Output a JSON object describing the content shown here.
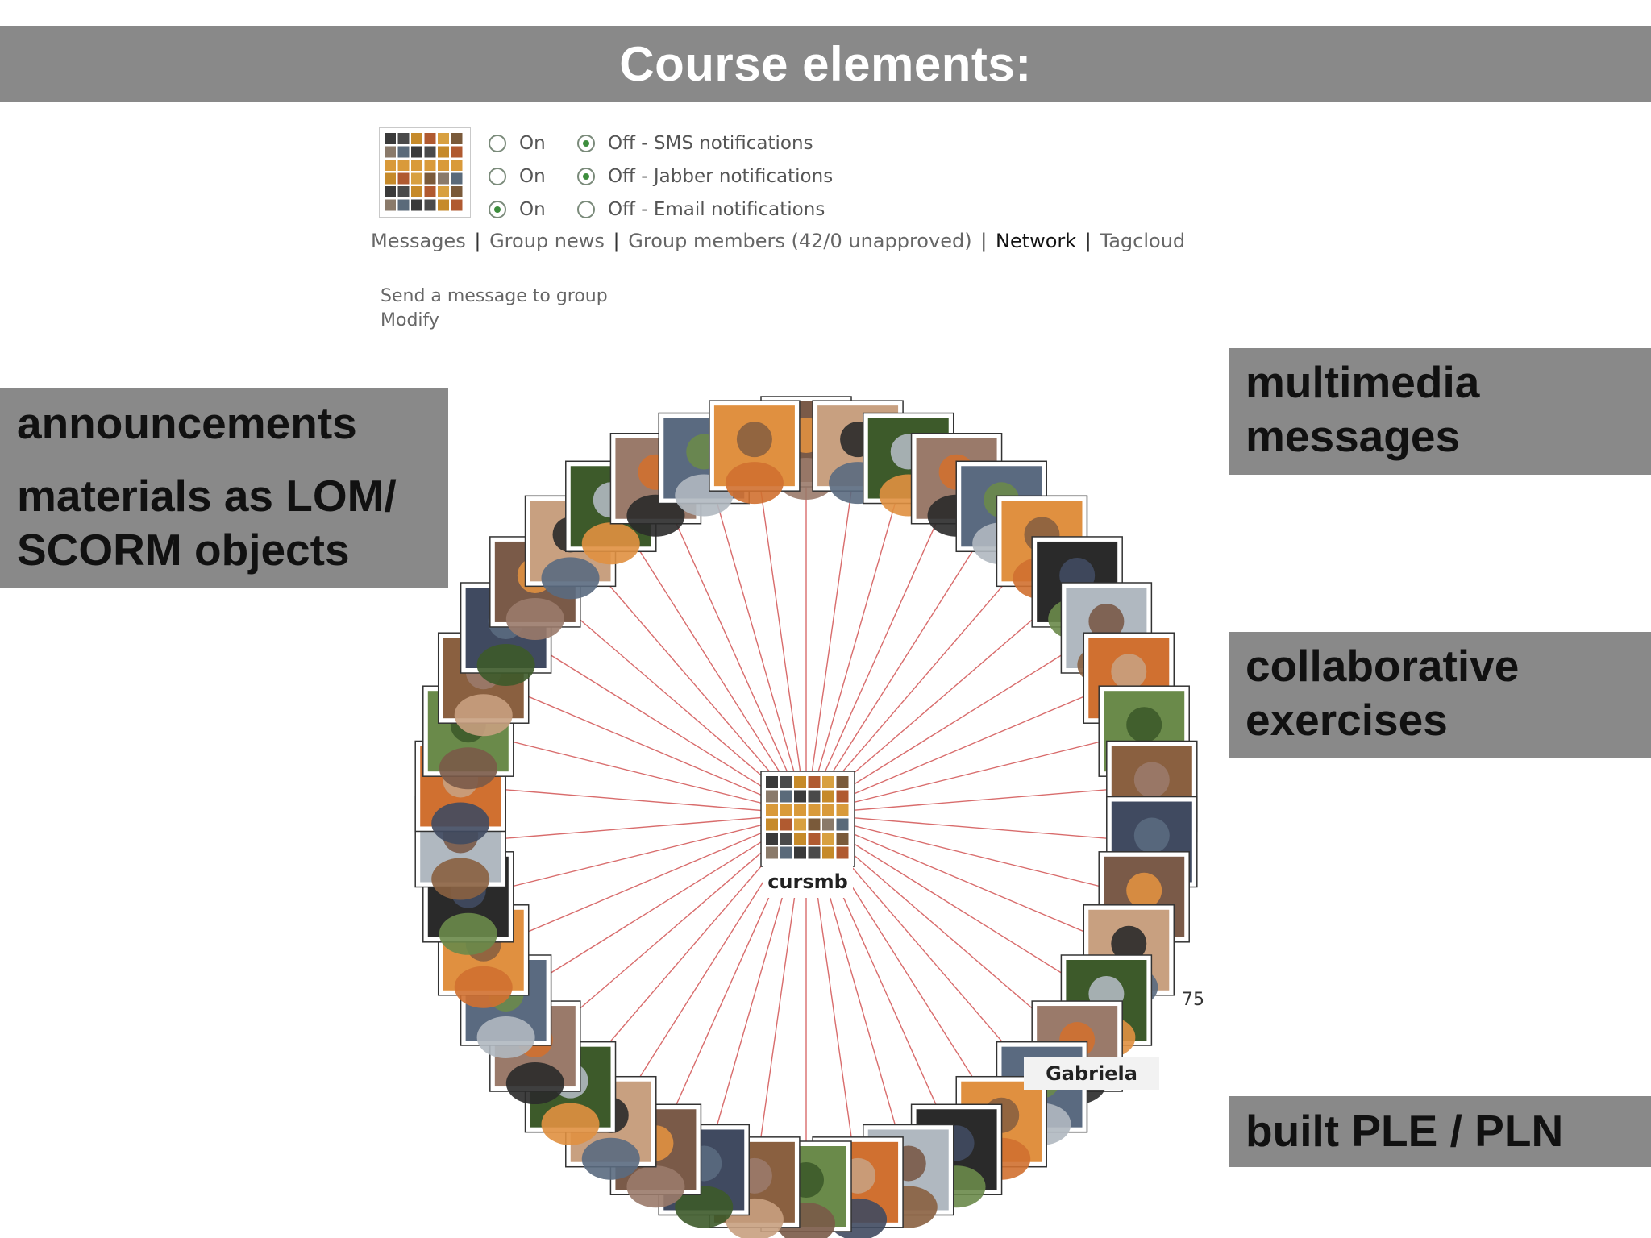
{
  "title": "Course elements:",
  "left_box": {
    "line1": "announcements",
    "line2": "materials as LOM/",
    "line3": "SCORM objects"
  },
  "right_boxes": {
    "multimedia": [
      "multimedia",
      "messages"
    ],
    "collaborative": [
      "collaborative",
      "exercises"
    ],
    "ple": "built PLE / PLN"
  },
  "notifications": [
    {
      "on_label": "On",
      "off_label": "Off - SMS notifications",
      "state": "off"
    },
    {
      "on_label": "On",
      "off_label": "Off - Jabber notifications",
      "state": "off"
    },
    {
      "on_label": "On",
      "off_label": "Off - Email notifications",
      "state": "on"
    }
  ],
  "nav": {
    "messages": "Messages",
    "group_news": "Group news",
    "group_members": "Group members (42/0 unapproved)",
    "network": "Network",
    "tagcloud": "Tagcloud",
    "separator": "|"
  },
  "actions": {
    "send_message": "Send a message to group",
    "modify": "Modify"
  },
  "network": {
    "center_label": "cursmb",
    "highlight_label": "Gabriela",
    "count_label": "75",
    "member_count": 42,
    "line_color": "#cc3b3b",
    "grid_colors": [
      "#3a3a3a",
      "#7a5a3a",
      "#c68a2a",
      "#5a6a7a",
      "#d8a040",
      "#4a4a4a",
      "#8a7a6a",
      "#b05a30"
    ]
  },
  "colors": {
    "label_bg": "#898989",
    "title_text": "#ffffff"
  }
}
